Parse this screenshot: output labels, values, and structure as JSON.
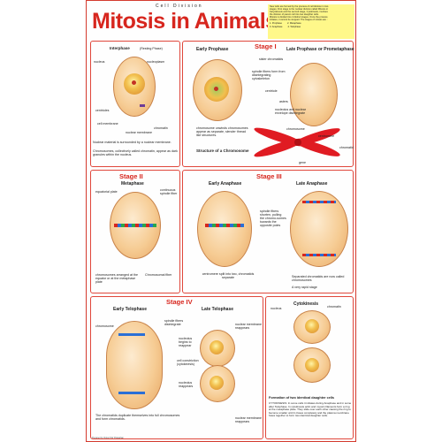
{
  "header": {
    "subtitle": "Cell Division",
    "title": "Mitosis in Animals",
    "intro": [
      "New cells are formed by the process of cell division in two",
      "stages. First stage is the nuclear division called Mitosis or",
      "Karyokinesis and the second stage, Cytokinesis, involves",
      "the division of parent cell into two daughter cells.",
      "Mitosis is divided into 4 distinct stages. Once the process",
      "initiates, it cannot be stopped. The stages of mitosis are :"
    ],
    "stages_list": [
      "1. Prophase",
      "2. Metaphase",
      "3. Anaphase",
      "4. Telophase"
    ]
  },
  "interphase": {
    "title": "Interphase",
    "title_note": "(Resting Phase)",
    "labels": {
      "nucleus": "nucleus",
      "nucleoplasm": "nucleoplasm",
      "centrioles": "centrioles",
      "cell_membrane": "cell membrane",
      "nuclear_membrane": "nuclear membrane",
      "chromatin": "chromatin"
    },
    "notes": [
      "Nuclear material is surrounded by a nuclear membrane.",
      "Chromosomes, collectively called chromatin, appear as dark granules within the nucleus."
    ]
  },
  "stage1": {
    "stage": "Stage I",
    "early_prophase": "Early Prophase",
    "late_prophase": "Late Prophase or Prometaphase",
    "labels": {
      "sister_chromatids": "sister chromatids",
      "spindle_fibers_form": "spindle fibers form from disintegrating cytoskeleton",
      "centriole": "centriole",
      "asters": "asters",
      "nucleolus_envelope": "nucleolus and nuclear envelope disintegrate"
    },
    "chromosome_text": "chromosome unwinds chromosomes appear as separate, slender thread like structures.",
    "structure_title": "Structure of a Chromosome",
    "structure_labels": {
      "chromosome": "chromosome",
      "centromere": "centromere",
      "chromatid": "chromatid",
      "gene": "gene"
    }
  },
  "stage2": {
    "stage": "Stage II",
    "metaphase": "Metaphase",
    "labels": {
      "equatorial_plate": "equatorial plate",
      "continuous_spindle_fiber": "continuous spindle fiber",
      "chromosomes_arranged": "chromosomes arranged at the equator or at the metaphase plate",
      "chromosomal_fiber": "Chromosomal fiber"
    }
  },
  "stage3": {
    "stage": "Stage III",
    "early_anaphase": "Early Anaphase",
    "late_anaphase": "Late Anaphase",
    "labels": {
      "spindle_fibers_shorten": "spindle fibers shorten, pulling the chromo-somes towards the opposite poles",
      "centromere_split": "centromere split into two, chromatids separate"
    },
    "notes": [
      "Separated chromatids are now called chromosomes",
      "A very rapid stage"
    ]
  },
  "stage4": {
    "stage": "Stage IV",
    "early_telophase": "Early Telophase",
    "late_telophase": "Late Telophase",
    "labels": {
      "chromosome": "chromosome",
      "spindle_fibers_disintegrate": "spindle fibers disintegrate",
      "nucleolus_reappear": "nucleolus begins to reappear",
      "nuclear_membrane_reappears": "nuclear membrane reappears",
      "cell_constriction": "cell constriction (cytokinesis)",
      "nucleolus_reappears": "nucleolus reappears",
      "nuclear_membrane_reappears_2": "nuclear membrane reappears"
    },
    "notes": [
      "The chromatids duplicate themselves into full chromosomes and form chromatids."
    ]
  },
  "cytokinesis": {
    "title": "Cytokinesis",
    "labels": {
      "nucleus": "nucleus",
      "chromatin": "chromatin"
    },
    "formation": "Formation of two identical daughter cells",
    "text": "CYTOKINESIS: In some cells it initiates during Anaphase and in some after Telophase. In cytokinesis actin and myosin filaments form a ring at the metaphase plate. They slide over each other causing the ring to become smaller until it closes completely and the plasma membrane fuses together to form two identical daughter cells."
  },
  "footer": {
    "publisher": "Prepared by Vidya Chitr Prakashan"
  },
  "colors": {
    "accent_red": "#d7261e",
    "cell_fill": "#f6cc94",
    "header_yellow": "#fff88a"
  }
}
